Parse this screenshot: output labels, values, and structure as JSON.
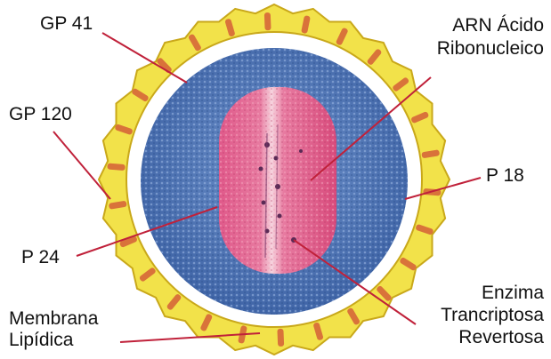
{
  "labels": {
    "gp41": "GP 41",
    "gp120": "GP 120",
    "p24": "P 24",
    "membrana_line1": "Membrana",
    "membrana_line2": "Lipídica",
    "arn_line1": "ARN Ácido",
    "arn_line2": "Ribonucleico",
    "p18": "P 18",
    "enzima_line1": "Enzima",
    "enzima_line2": "Trancriptosa",
    "enzima_line3": "Revertosa"
  },
  "colors": {
    "envelope": "#f2e24a",
    "envelope_edge": "#c9a81a",
    "spike": "#d9733a",
    "gap": "#ffffff",
    "matrix": "#4f79b8",
    "capsid": "#d94f7e",
    "capsid_light": "#f0b9c8",
    "leader": "#c0213a",
    "rna": "#5a2a55"
  }
}
